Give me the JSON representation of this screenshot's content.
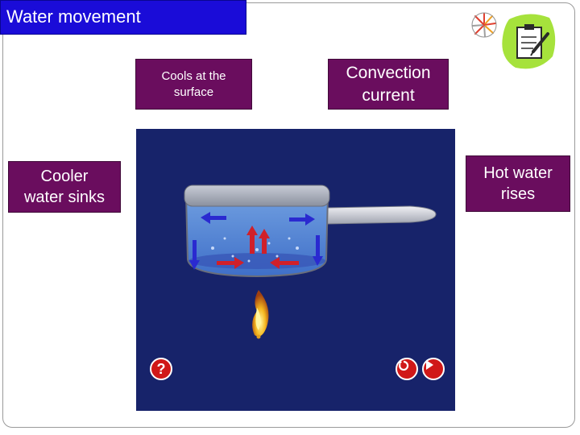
{
  "slide": {
    "title": "Water movement"
  },
  "labels": {
    "cools_at_surface": "Cools at the\nsurface",
    "convection_current": "Convection\ncurrent",
    "cooler_water_sinks": "Cooler\nwater sinks",
    "hot_water_rises": "Hot water\nrises"
  },
  "controls": {
    "help_glyph": "?",
    "replay_icon": "replay-icon",
    "play_icon": "play-icon"
  },
  "icons": {
    "top_left": "starburst-icon",
    "top_right": "clipboard-pencil-icon"
  },
  "colors": {
    "title_bg": "#1a0cd8",
    "label_bg": "#6a0d5e",
    "stage_bg": "#17236a",
    "warm_arrow": "#d0202a",
    "cool_arrow": "#2a2ad0",
    "button_red": "#d01818",
    "clipboard_green": "#a6e23c"
  }
}
